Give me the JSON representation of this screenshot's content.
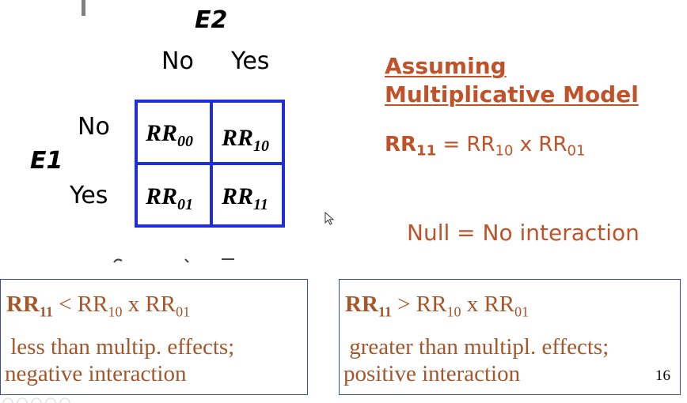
{
  "table": {
    "col_factor": "E2",
    "row_factor": "E1",
    "col_no": "No",
    "col_yes": "Yes",
    "row_no": "No",
    "row_yes": "Yes",
    "cells": [
      {
        "base": "RR",
        "sub": "00"
      },
      {
        "base": "RR",
        "sub": "10"
      },
      {
        "base": "RR",
        "sub": "01"
      },
      {
        "base": "RR",
        "sub": "11"
      }
    ]
  },
  "model": {
    "title": "Assuming Multiplicative Model",
    "formula": {
      "lhs": "RR",
      "lhs_sub": "11",
      "eq": " = RR",
      "sub1": "10",
      "mul": " x RR",
      "sub2": "01"
    },
    "null": "Null = No interaction"
  },
  "boxes": [
    {
      "lhs": "RR",
      "lhs_sub": "11",
      "op": " < RR",
      "sub1": "10",
      "mul": " x RR",
      "sub2": "01",
      "line1": " less than multip. effects;",
      "line2": "negative interaction"
    },
    {
      "lhs": "RR",
      "lhs_sub": "11",
      "op": " > RR",
      "sub1": "10",
      "mul": " x RR",
      "sub2": "01",
      "line1": " greater than multipl. effects;",
      "line2": "positive interaction"
    }
  ],
  "page_number": "16",
  "colors": {
    "accent": "#c0522a",
    "grid": "#1f2fd8",
    "box_text": "#a2572c",
    "box_border": "#3b4aa8"
  }
}
